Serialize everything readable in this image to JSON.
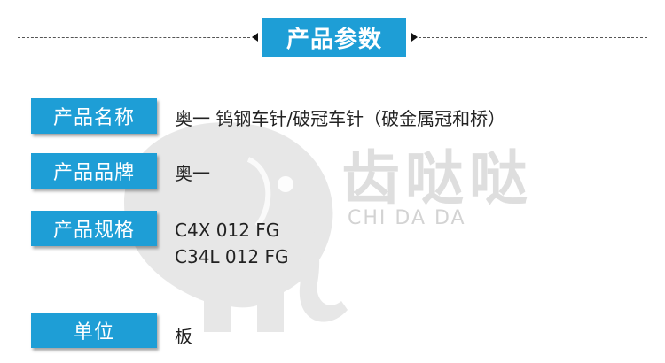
{
  "header": {
    "title": "产品参数"
  },
  "watermark": {
    "cn": "齿哒哒",
    "en": "CHI DA DA"
  },
  "rows": [
    {
      "label": "产品名称",
      "value": "奥一 钨钢车针/破冠车针（破金属冠和桥）"
    },
    {
      "label": "产品品牌",
      "value": "奥一"
    },
    {
      "label": "产品规格",
      "lines": [
        "C4X 012 FG",
        "C34L 012 FG"
      ]
    },
    {
      "label": "单位",
      "value": "板"
    }
  ],
  "colors": {
    "accent": "#1e9ed6",
    "watermark": "#c9c9c9"
  }
}
